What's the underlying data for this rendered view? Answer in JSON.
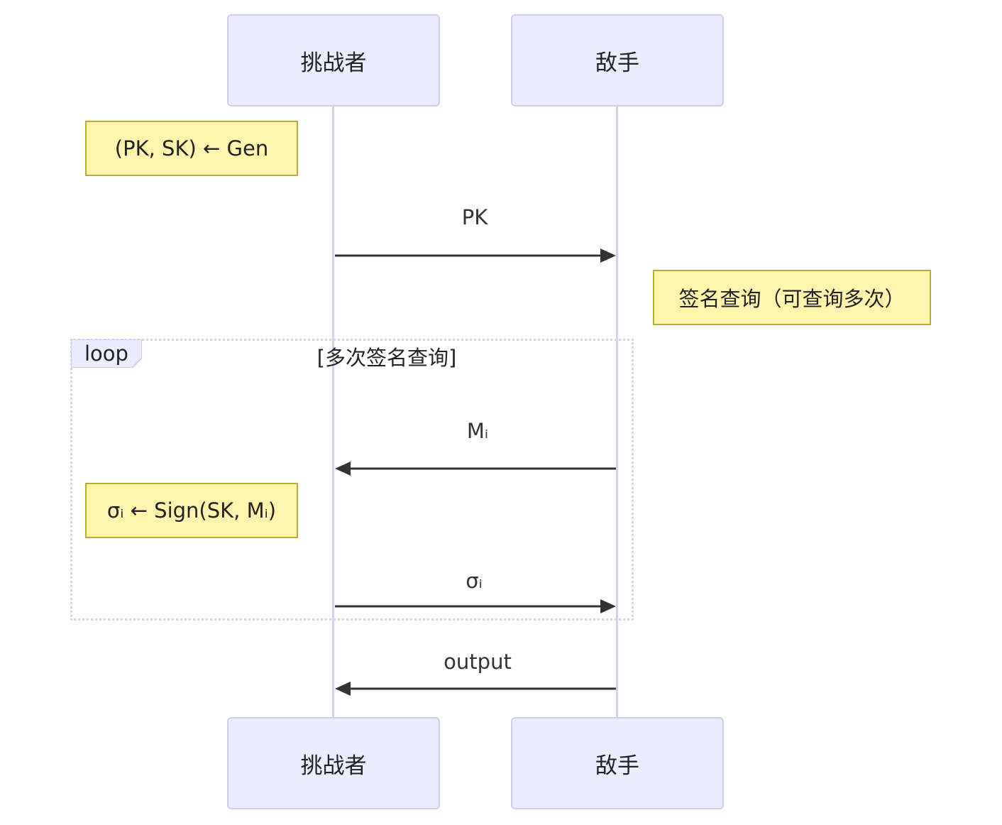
{
  "participants": {
    "challenger": "挑战者",
    "adversary": "敌手"
  },
  "notes": {
    "keygen": "(PK, SK) ← Gen",
    "sign_query": "签名查询（可查询多次）",
    "sign": "σᵢ ← Sign(SK, Mᵢ)"
  },
  "loop": {
    "tag": "loop",
    "condition": "[多次签名查询]"
  },
  "messages": [
    {
      "label": "PK",
      "from": "challenger",
      "to": "adversary"
    },
    {
      "label": "Mᵢ",
      "from": "adversary",
      "to": "challenger"
    },
    {
      "label": "σᵢ",
      "from": "challenger",
      "to": "adversary"
    },
    {
      "label": "output",
      "from": "adversary",
      "to": "challenger"
    }
  ],
  "colors": {
    "actor_fill": "#ececff",
    "actor_border": "#cfcdee",
    "note_fill": "#fff5ad",
    "note_border": "#b5ae39",
    "arrow": "#333333",
    "lifeline": "#d5d0ec"
  }
}
